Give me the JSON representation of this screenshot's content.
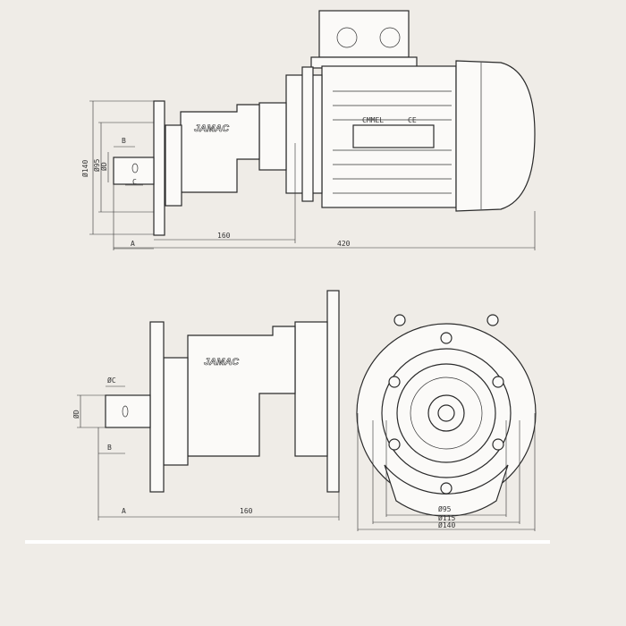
{
  "top_view": {
    "logo": "JAMAC",
    "nameplate_label": "CMMEL",
    "ce_mark": "CE",
    "dims": {
      "flange_dia": "Ø140",
      "pilot_dia": "Ø95",
      "shaft_dia": "ØD",
      "key_b": "B",
      "key_c": "C",
      "shaft_len": "A",
      "gearbox_len": "160",
      "total_len": "420"
    }
  },
  "side_view": {
    "logo": "JAMAC",
    "dims": {
      "shaft_c": "ØC",
      "shaft_d": "ØD",
      "key_b": "B",
      "shaft_len": "A",
      "gearbox_len": "160"
    }
  },
  "front_view": {
    "dims": {
      "d1": "Ø95",
      "d2": "Ø115",
      "d3": "Ø140"
    }
  }
}
